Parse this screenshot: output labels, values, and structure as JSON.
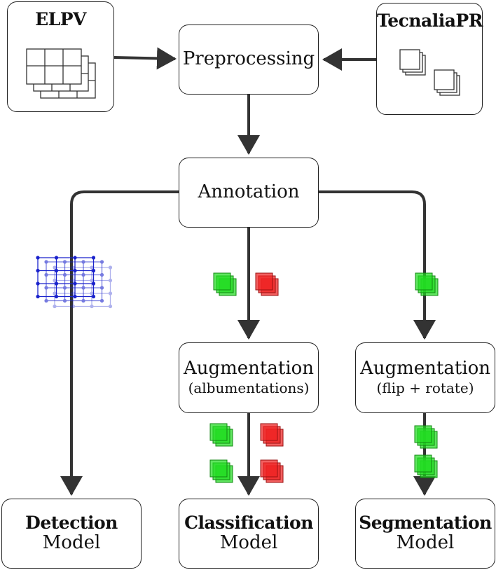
{
  "diagram": {
    "sources": {
      "elpv": "ELPV",
      "tecnalia": "TecnaliaPR"
    },
    "preprocessing": "Preprocessing",
    "annotation": "Annotation",
    "augmentation_classification": {
      "title": "Augmentation",
      "detail": "(albumentations)"
    },
    "augmentation_segmentation": {
      "title": "Augmentation",
      "detail": "(flip + rotate)"
    },
    "models": {
      "detection": {
        "name": "Detection",
        "suffix": "Model"
      },
      "classification": {
        "name": "Classification",
        "suffix": "Model"
      },
      "segmentation": {
        "name": "Segmentation",
        "suffix": "Model"
      }
    },
    "colors": {
      "stroke": "#333333",
      "ok_tile": "#22dd22",
      "defect_tile": "#ee2222",
      "keypoint": "#1a22cc"
    }
  }
}
